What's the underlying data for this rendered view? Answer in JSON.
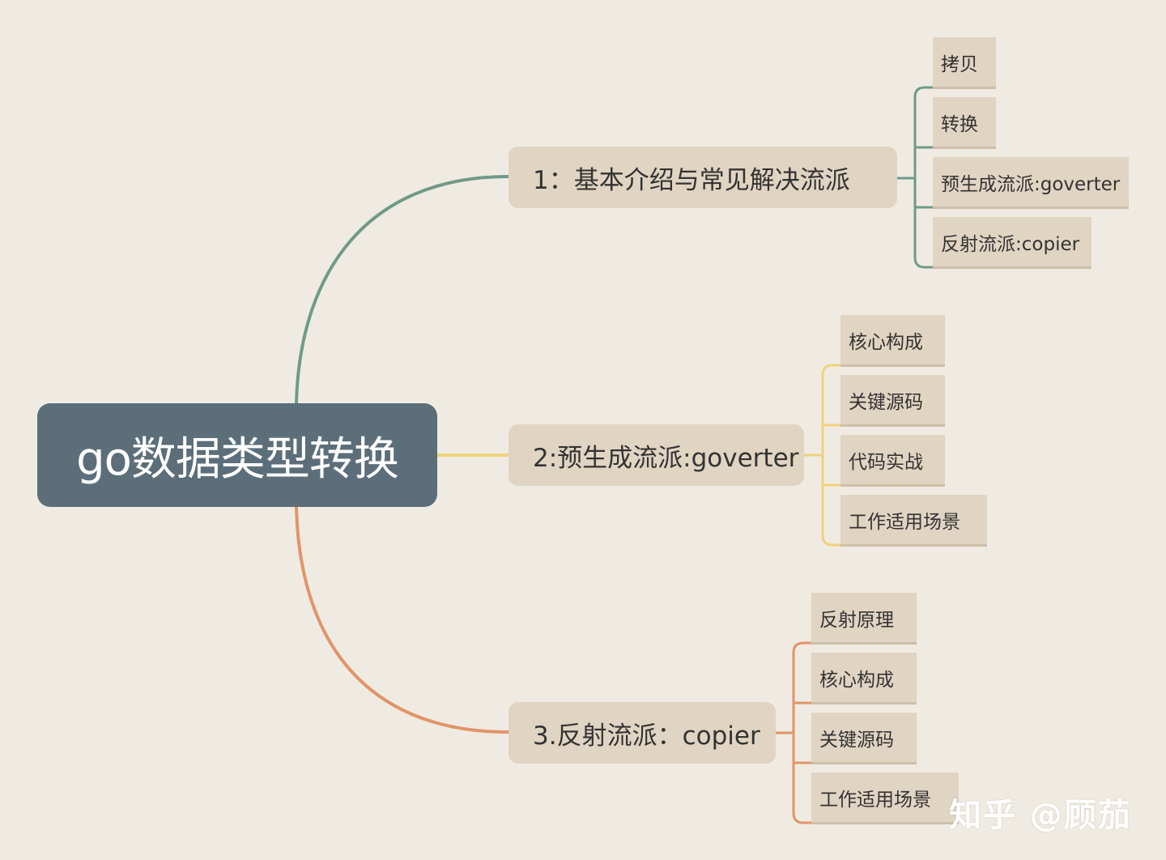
{
  "root": {
    "label": "go数据类型转换",
    "color": "#5b6e79"
  },
  "branches": [
    {
      "label": "1：基本介绍与常见解决流派",
      "color": "#6f9a89",
      "children": [
        "拷贝",
        "转换",
        "预生成流派:goverter",
        "反射流派:copier"
      ]
    },
    {
      "label": "2:预生成流派:goverter",
      "color": "#efd27c",
      "children": [
        "核心构成",
        "关键源码",
        "代码实战",
        "工作适用场景"
      ]
    },
    {
      "label": "3.反射流派：copier",
      "color": "#e09569",
      "children": [
        "反射原理",
        "核心构成",
        "关键源码",
        "工作适用场景"
      ]
    }
  ],
  "watermark": "知乎 @顾茄"
}
